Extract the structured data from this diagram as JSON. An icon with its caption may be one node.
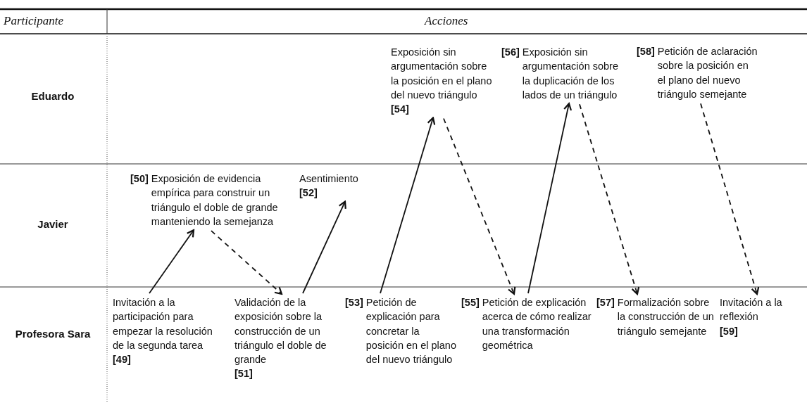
{
  "diagram": {
    "nodes": [
      {
        "text": [
          "Exposición sin argumentación sobre la posición en el plano del nuevo triángulo",
          "[54]"
        ]
      },
      {
        "text": [
          "[56]",
          "Exposición sin argumentación sobre la duplicación de los lados de un triángulo"
        ]
      },
      {
        "text": [
          "[58]",
          "Petición de aclaración sobre la posición en el plano del nuevo triángulo semejante"
        ]
      },
      {
        "text": [
          "[50]",
          "Exposición de evidencia empírica para construir un triángulo el doble de grande manteniendo la semejanza"
        ]
      },
      {
        "text": [
          "Asentimiento",
          "[52]"
        ]
      },
      {
        "text": [
          "Invitación a la participación para empezar la resolución de la segunda tarea",
          "[49]"
        ]
      },
      {
        "text": [
          "Validación de la exposición sobre la construcción de un triángulo el doble de grande",
          "[51]"
        ]
      },
      {
        "text": [
          "[53]",
          "Petición de explicación para concretar la posición en el plano del nuevo triángulo"
        ]
      },
      {
        "text": [
          "[55]",
          "Petición de explicación acerca de cómo realizar una transformación geométrica"
        ]
      },
      {
        "text": [
          "[57]",
          "Formalización sobre la construcción de un triángulo semejante"
        ]
      },
      {
        "text": [
          "Invitación a la reflexión",
          "[59]"
        ]
      }
    ],
    "edges": [
      {
        "from": 5,
        "to": 3,
        "arrow": "to"
      },
      {
        "from": 3,
        "to": 6,
        "arrow": "to",
        "style": "dashed"
      },
      {
        "from": 6,
        "to": 4,
        "arrow": "to"
      },
      {
        "from": 7,
        "to": 0,
        "arrow": "to"
      },
      {
        "from": 0,
        "to": 8,
        "arrow": "to",
        "style": "dashed"
      },
      {
        "from": 8,
        "to": 1,
        "arrow": "to"
      },
      {
        "from": 1,
        "to": 9,
        "arrow": "to",
        "style": "dashed"
      },
      {
        "from": 2,
        "to": 10,
        "arrow": "to",
        "style": "dashed"
      }
    ],
    "labels": [
      "Participante",
      "Acciones",
      "Eduardo",
      "Javier",
      "Profesora Sara"
    ]
  }
}
